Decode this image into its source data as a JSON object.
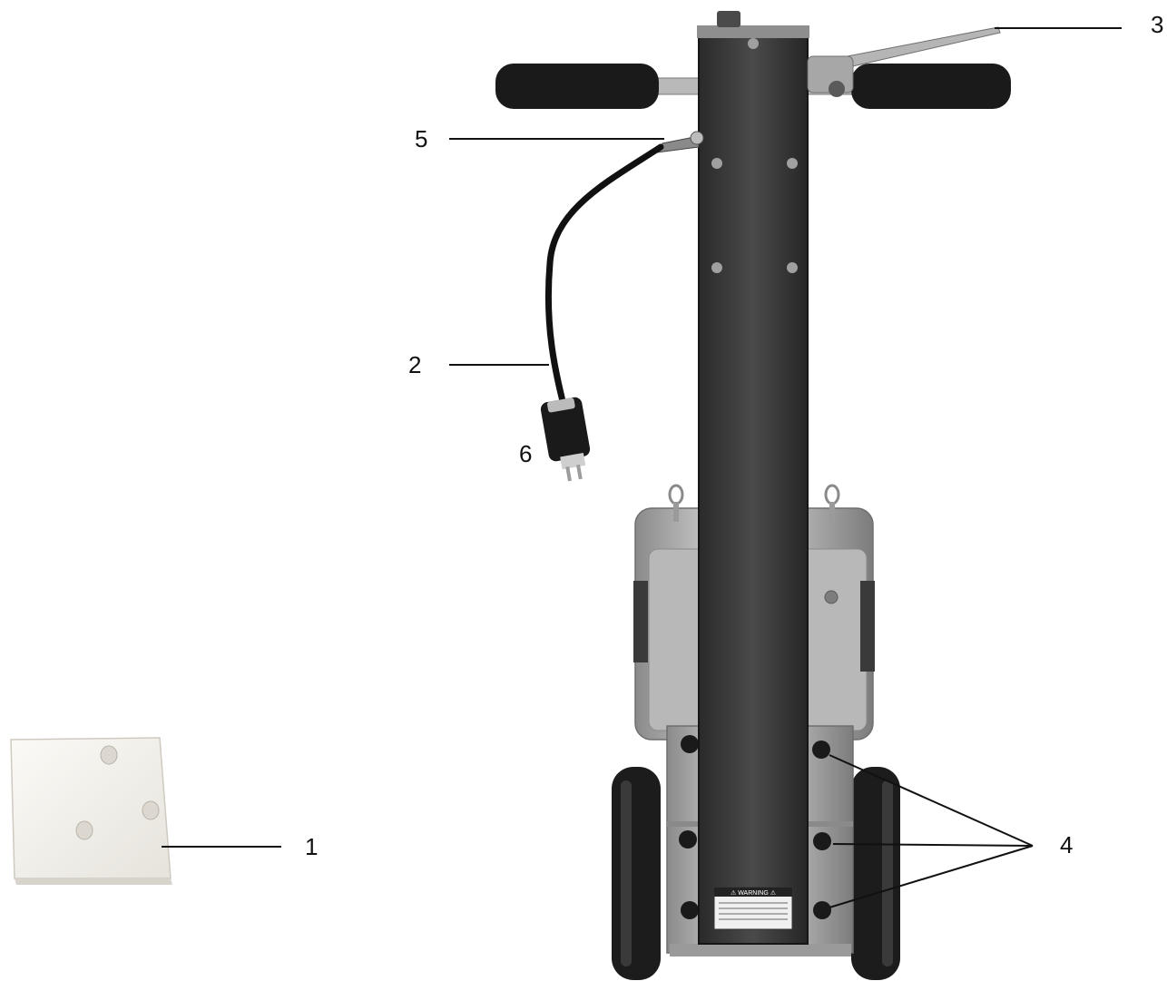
{
  "callouts": [
    {
      "id": "1",
      "label": "1"
    },
    {
      "id": "2",
      "label": "2"
    },
    {
      "id": "3",
      "label": "3"
    },
    {
      "id": "4",
      "label": "4"
    },
    {
      "id": "5",
      "label": "5"
    },
    {
      "id": "6",
      "label": "6"
    }
  ],
  "warning_label": {
    "header": "⚠ WARNING ⚠"
  },
  "colors": {
    "line": "#111111",
    "metal": "#a8a8a8",
    "column": "#3a3a3a",
    "rubber": "#1a1a1a",
    "pad": "#f3f1ec"
  }
}
